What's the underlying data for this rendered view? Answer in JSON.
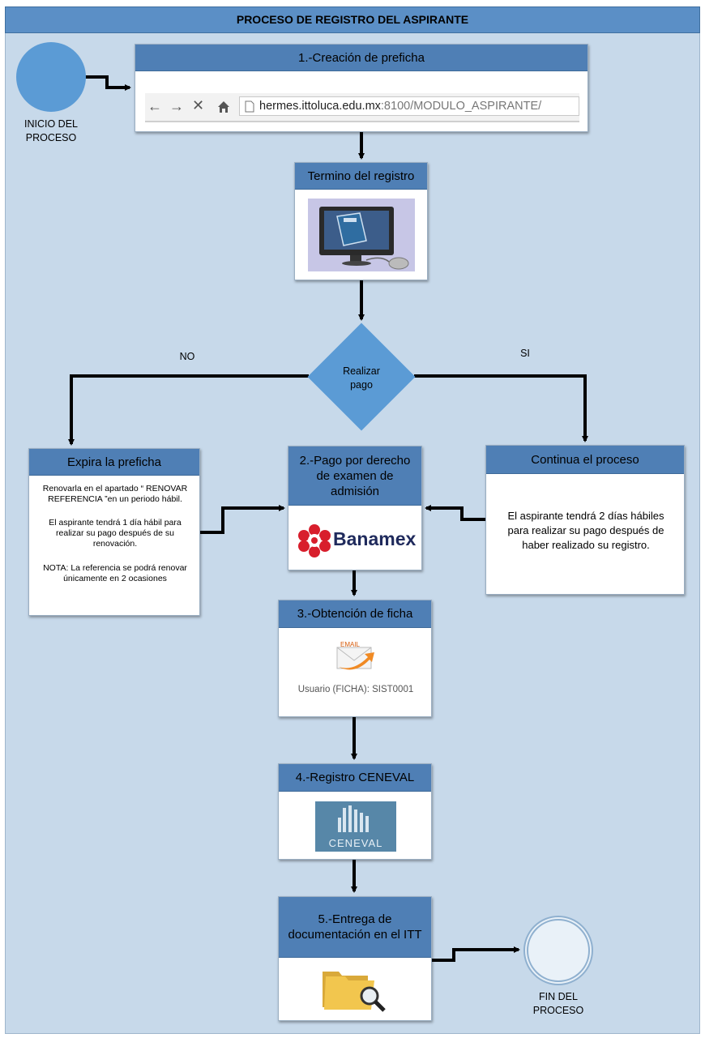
{
  "title": "PROCESO DE REGISTRO DEL ASPIRANTE",
  "start_label": "INICIO DEL PROCESO",
  "end_label": "FIN DEL PROCESO",
  "steps": {
    "prefecha": {
      "header": "1.-Creación de preficha",
      "url_host": "hermes.ittoluca.edu.mx",
      "url_rest": ":8100/MODULO_ASPIRANTE/"
    },
    "termino": {
      "header": "Termino del registro"
    },
    "decision": {
      "label": "Realizar pago",
      "no": "NO",
      "si": "SI"
    },
    "expira": {
      "header": "Expira la preficha",
      "line1": "Renovarla en el apartado “ RENOVAR REFERENCIA ”en un periodo hábil.",
      "line2": "El aspirante tendrá 1 día hábil  para realizar su pago después de su renovación.",
      "line3": "NOTA: La referencia se podrá renovar únicamente en 2 ocasiones"
    },
    "pago": {
      "header": "2.-Pago por derecho de examen de admisión",
      "bank": "Banamex"
    },
    "continua": {
      "header": "Continua el proceso",
      "text": "El aspirante tendrá 2 días hábiles para realizar su pago después de haber realizado su registro."
    },
    "ficha": {
      "header": "3.-Obtención de ficha",
      "email_tag": "EMAIL",
      "user_text": "Usuario (FICHA): SIST0001"
    },
    "ceneval": {
      "header": "4.-Registro CENEVAL",
      "logo_text": "CENEVAL"
    },
    "entrega": {
      "header": "5.-Entrega de documentación en el ITT"
    }
  },
  "colors": {
    "background": "#c7d9ea",
    "header_blue": "#4f7fb5",
    "title_blue": "#5b8fc6",
    "start_circle": "#5b9bd5",
    "decision": "#5b9bd5",
    "banamex_red": "#d81e2c",
    "banamex_navy": "#1f2a5c"
  },
  "icons": [
    "back-arrow-icon",
    "forward-arrow-icon",
    "close-icon",
    "home-icon",
    "page-icon",
    "monitor-icon",
    "mouse-icon",
    "banamex-logo-icon",
    "email-icon",
    "ceneval-logo-icon",
    "folder-icon",
    "magnifier-icon"
  ]
}
